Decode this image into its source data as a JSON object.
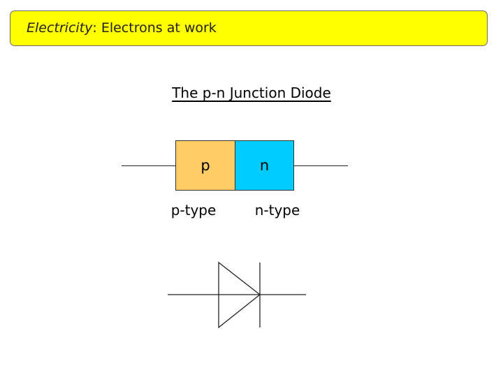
{
  "header": {
    "title_italic": "Electricity",
    "title_rest": ": Electrons at work",
    "background_color": "#ffff00"
  },
  "diagram": {
    "title": "The p-n Junction Diode",
    "p_region": {
      "letter": "p",
      "caption": "p-type",
      "color": "#ffcc66"
    },
    "n_region": {
      "letter": "n",
      "caption": "n-type",
      "color": "#00ccff"
    }
  }
}
